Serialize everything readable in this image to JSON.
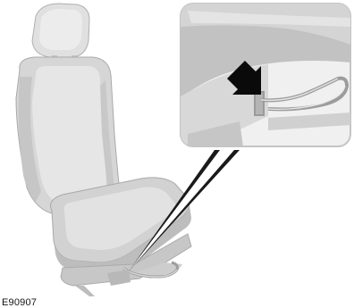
{
  "figure": {
    "code": "E90907",
    "subject": "front-seat",
    "callout_subject": "seat-base-lever-detail",
    "pointer_icon": "arrow-icon"
  },
  "colors": {
    "seat_light": "#e2e2e2",
    "seat_mid": "#cfcfcf",
    "seat_shadow": "#b8b8b8",
    "seat_outline": "#a9a9a9",
    "callout_border": "#c2c2c2",
    "callout_fill": "#f2f2f2",
    "leader": "#111111",
    "arrow": "#0a0a0a",
    "text": "#111111"
  }
}
